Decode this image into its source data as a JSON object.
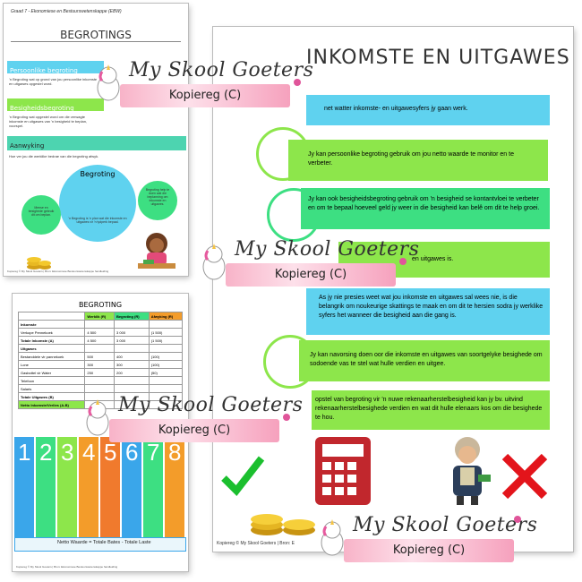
{
  "page1": {
    "header": "Graad 7 - Ekonomiese en Bestuurswetenskappe (EBW)",
    "title": "BEGROTINGS",
    "sections": [
      {
        "heading": "Persoonlike begroting",
        "text": "'n Begroting wat op grond van jou persoonlike inkomste en uitgawes opgestel word."
      },
      {
        "heading": "Besigheidsbegroting",
        "text": "'n Begroting wat opgestel word om die verwagte inkomste en uitgawes van 'n besigheid te beplan, voorspel."
      },
      {
        "heading": "Aanwyking",
        "text": "Hoe ver jou die werklike bedrae van die begroting afwyk."
      }
    ],
    "center_title": "Begroting",
    "center_text": "'n Begroting is 'n plan wat die inkomste en uitgawes vir 'n tydperk bepaal.",
    "left_bubble": "Mense en besighede gebruik dit om beplan.",
    "right_bubble": "Begroting help te doen wat die beplanning om inkomste en uitgawes.",
    "footer": "Kopiereg © My Skool Goeters | Bron: Ekonomiese Bestuurswetenskappe handleiding"
  },
  "page2": {
    "title": "INKOMSTE EN UITGAWES",
    "intro": "net watter inkomste- en uitgawesyfers jy gaan werk.",
    "rows": [
      "Jy kan persoonlike begroting gebruik om jou netto waarde te monitor en te verbeter.",
      "Jy kan ook besigheidsbegroting gebruik om 'n besigheid se kontantvloei te verbeter en om te bepaal hoeveel geld jy weer in die besigheid kan belê om dit te help groei.",
      "en uitgawes is.",
      "As jy nie presies weet wat jou inkomste en uitgawes sal wees nie, is die belangrik om noukeurige skattings te maak en om dit te hersien sodra jy werklike syfers het wanneer die besigheid aan die gang is.",
      "Jy kan navorsing doen oor die inkomste en uitgawes van soortgelyke besighede om sodoende vas te stel wat hulle verdien en uitgee.",
      "opstel van begroting vir 'n nuwe rekenaarherstelbesigheid kan jy bv. uitvind rekenaarherstelbesighede verdien en wat dit hulle elenaars kos om die besighede te hou."
    ],
    "footer": "Kopiereg © My Skool Goeters | Bron: E"
  },
  "page3": {
    "title": "BEGROTING",
    "columns": [
      "",
      "Werklik (R)",
      "Begroting (R)",
      "Afwyking (R)"
    ],
    "rows": [
      [
        "Inkomste",
        "",
        "",
        ""
      ],
      [
        "Verkope Pennekoek",
        "4 500",
        "3 000",
        "(1 500)"
      ],
      [
        "Totale Inkomste (A)",
        "4 500",
        "3 000",
        "(1 500)"
      ],
      [
        "Uitgawes",
        "",
        "",
        ""
      ],
      [
        "Bestanddele vir pannekoek",
        "500",
        "400",
        "(100)"
      ],
      [
        "Lone",
        "300",
        "300",
        "(100)"
      ],
      [
        "Gasbottel vir Water",
        "250",
        "200",
        "(50)"
      ],
      [
        "Telefoon",
        "",
        "",
        ""
      ],
      [
        "Salaris",
        "",
        "",
        ""
      ],
      [
        "Totale Uitgawes (B)",
        "",
        "",
        ""
      ],
      [
        "Netto Inkomste/Verlies (A-B)",
        "",
        "",
        ""
      ]
    ],
    "numbers": [
      "1",
      "2",
      "3",
      "4",
      "5",
      "6",
      "7",
      "8"
    ],
    "strip_bottom": "Netto Waarde = Totale Bates - Totale Laste",
    "footer": "Kopiereg © My Skool Goeters | Bron: Ekonomiese Bestuurswetenskappe handleiding"
  },
  "banners": [
    {
      "title": "My Skool Goeters",
      "ribbon": "Kopiereg (C)"
    },
    {
      "title": "My Skool Goeters",
      "ribbon": "Kopiereg (C)"
    },
    {
      "title": "My Skool Goeters",
      "ribbon": "Kopiereg (C)"
    },
    {
      "title": "My Skool Goeters",
      "ribbon": "Kopiereg (C)"
    }
  ],
  "colors": {
    "cyan": "#5fd2ef",
    "green": "#3ddf82",
    "lime": "#8de64b",
    "blue": "#3aa6ea",
    "teal": "#4dd4b0",
    "pink": "#f6a1bd"
  }
}
